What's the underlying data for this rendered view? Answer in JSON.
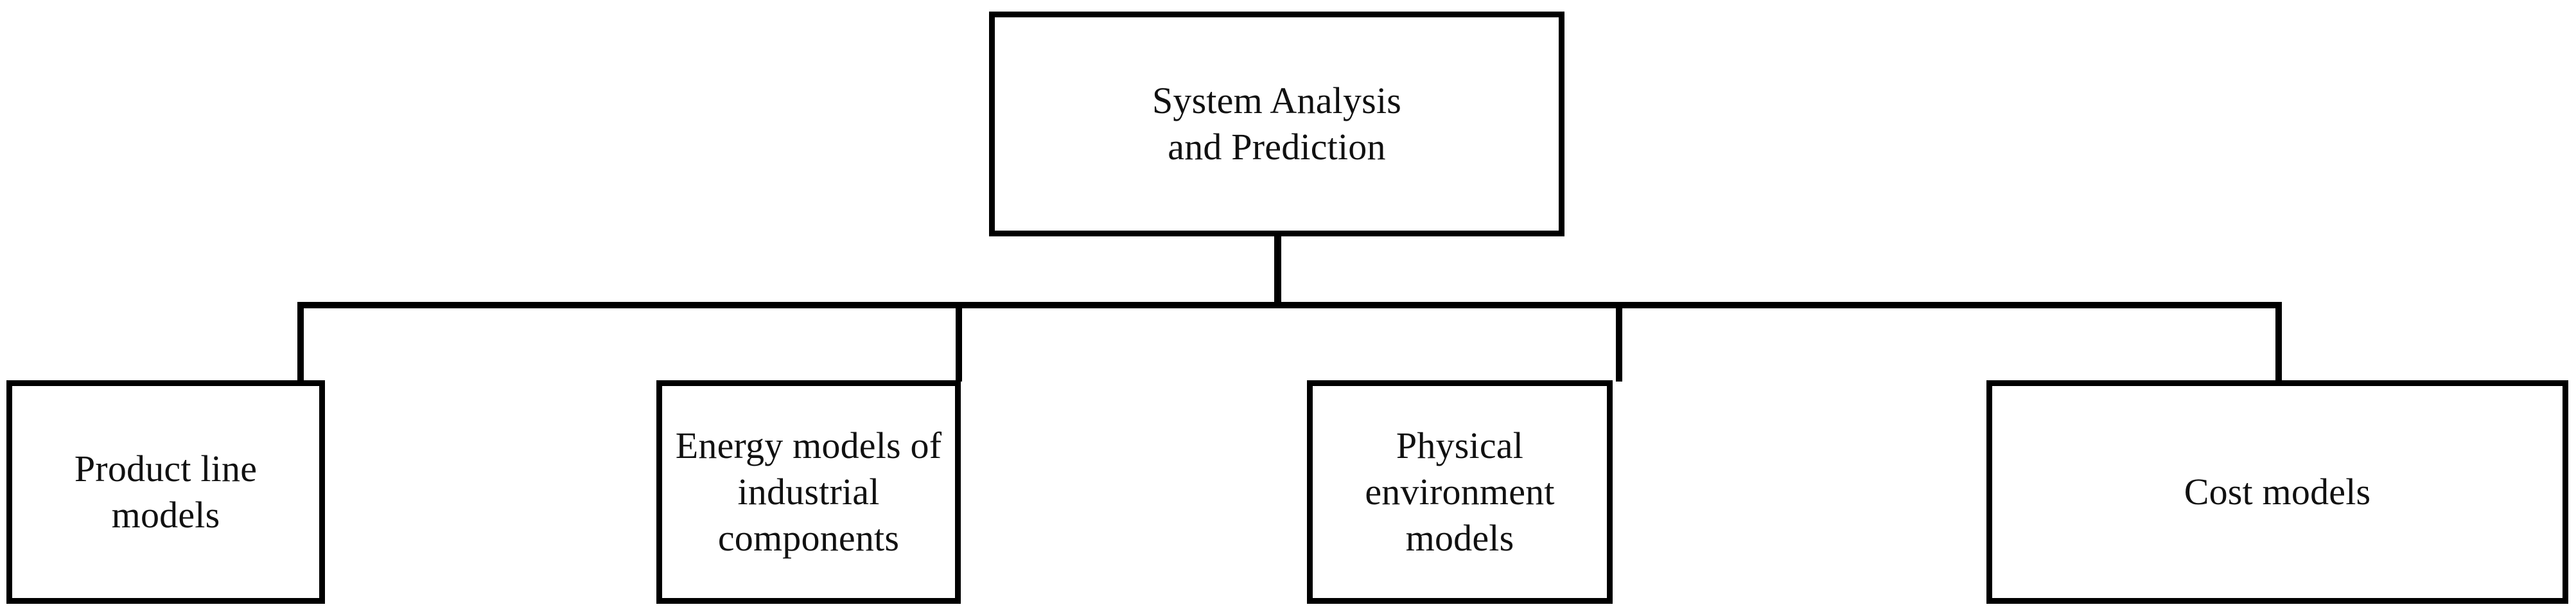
{
  "diagram": {
    "type": "hierarchy-tree",
    "orientation": "top-down",
    "background_color": "#ffffff",
    "line_color": "#000000",
    "text_color": "#111111",
    "root": {
      "label": "System Analysis\nand Prediction"
    },
    "children": [
      {
        "label": "Product line\nmodels"
      },
      {
        "label": "Energy models of\nindustrial\ncomponents"
      },
      {
        "label": "Physical\nenvironment\nmodels"
      },
      {
        "label": "Cost models"
      }
    ]
  }
}
